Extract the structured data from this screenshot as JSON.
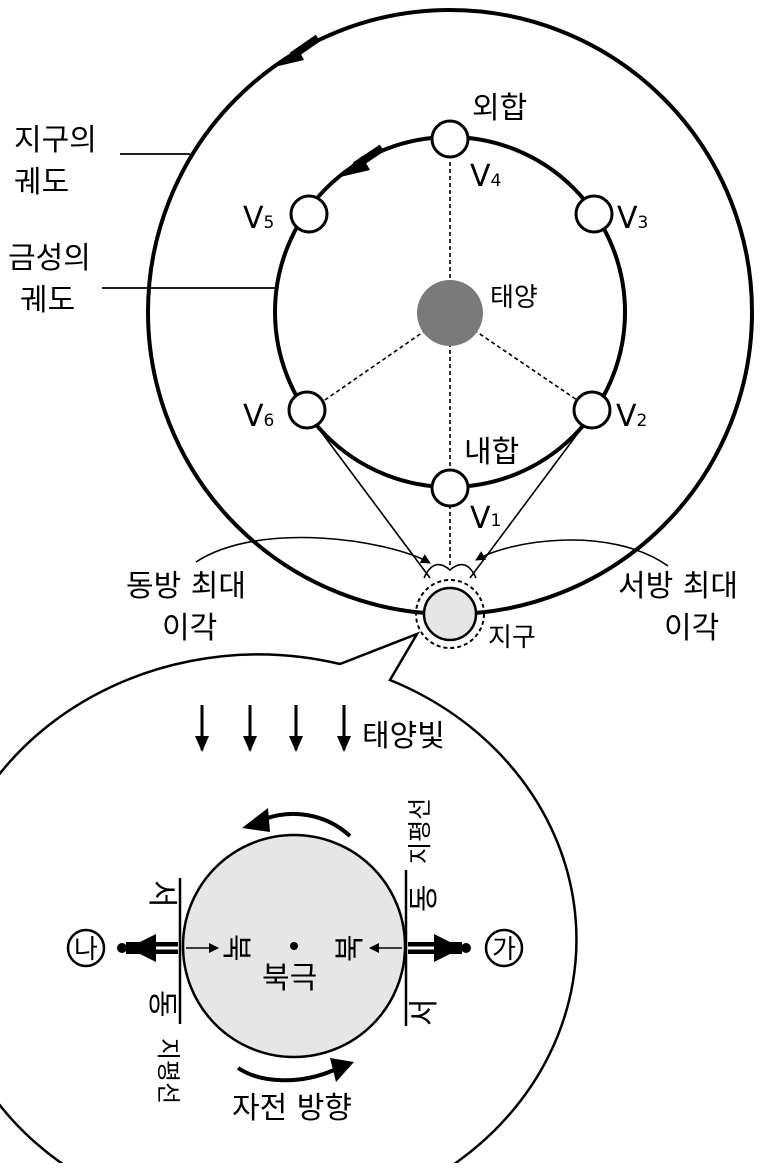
{
  "labels": {
    "earth_orbit": [
      "지구의",
      "궤도"
    ],
    "venus_orbit": [
      "금성의",
      "궤도"
    ],
    "sun": "태양",
    "superior_conjunction": "외합",
    "inferior_conjunction": "내합",
    "greatest_eastern_elongation": [
      "동방 최대",
      "이각"
    ],
    "greatest_western_elongation": [
      "서방 최대",
      "이각"
    ],
    "earth": "지구",
    "sunlight": "태양빛",
    "north_pole": "북극",
    "rotation_direction": "자전 방향",
    "horizon": "지평선",
    "north": "북",
    "east": "동",
    "west": "서",
    "observer_ga": "가",
    "observer_na": "나"
  },
  "venus_positions": [
    {
      "letter": "V",
      "index": "1"
    },
    {
      "letter": "V",
      "index": "2"
    },
    {
      "letter": "V",
      "index": "3"
    },
    {
      "letter": "V",
      "index": "4"
    },
    {
      "letter": "V",
      "index": "5"
    },
    {
      "letter": "V",
      "index": "6"
    }
  ],
  "colors": {
    "sun": "#7a7a7a",
    "earth_fill": "#e6e6e6",
    "stroke": "#000000",
    "background": "#ffffff"
  }
}
